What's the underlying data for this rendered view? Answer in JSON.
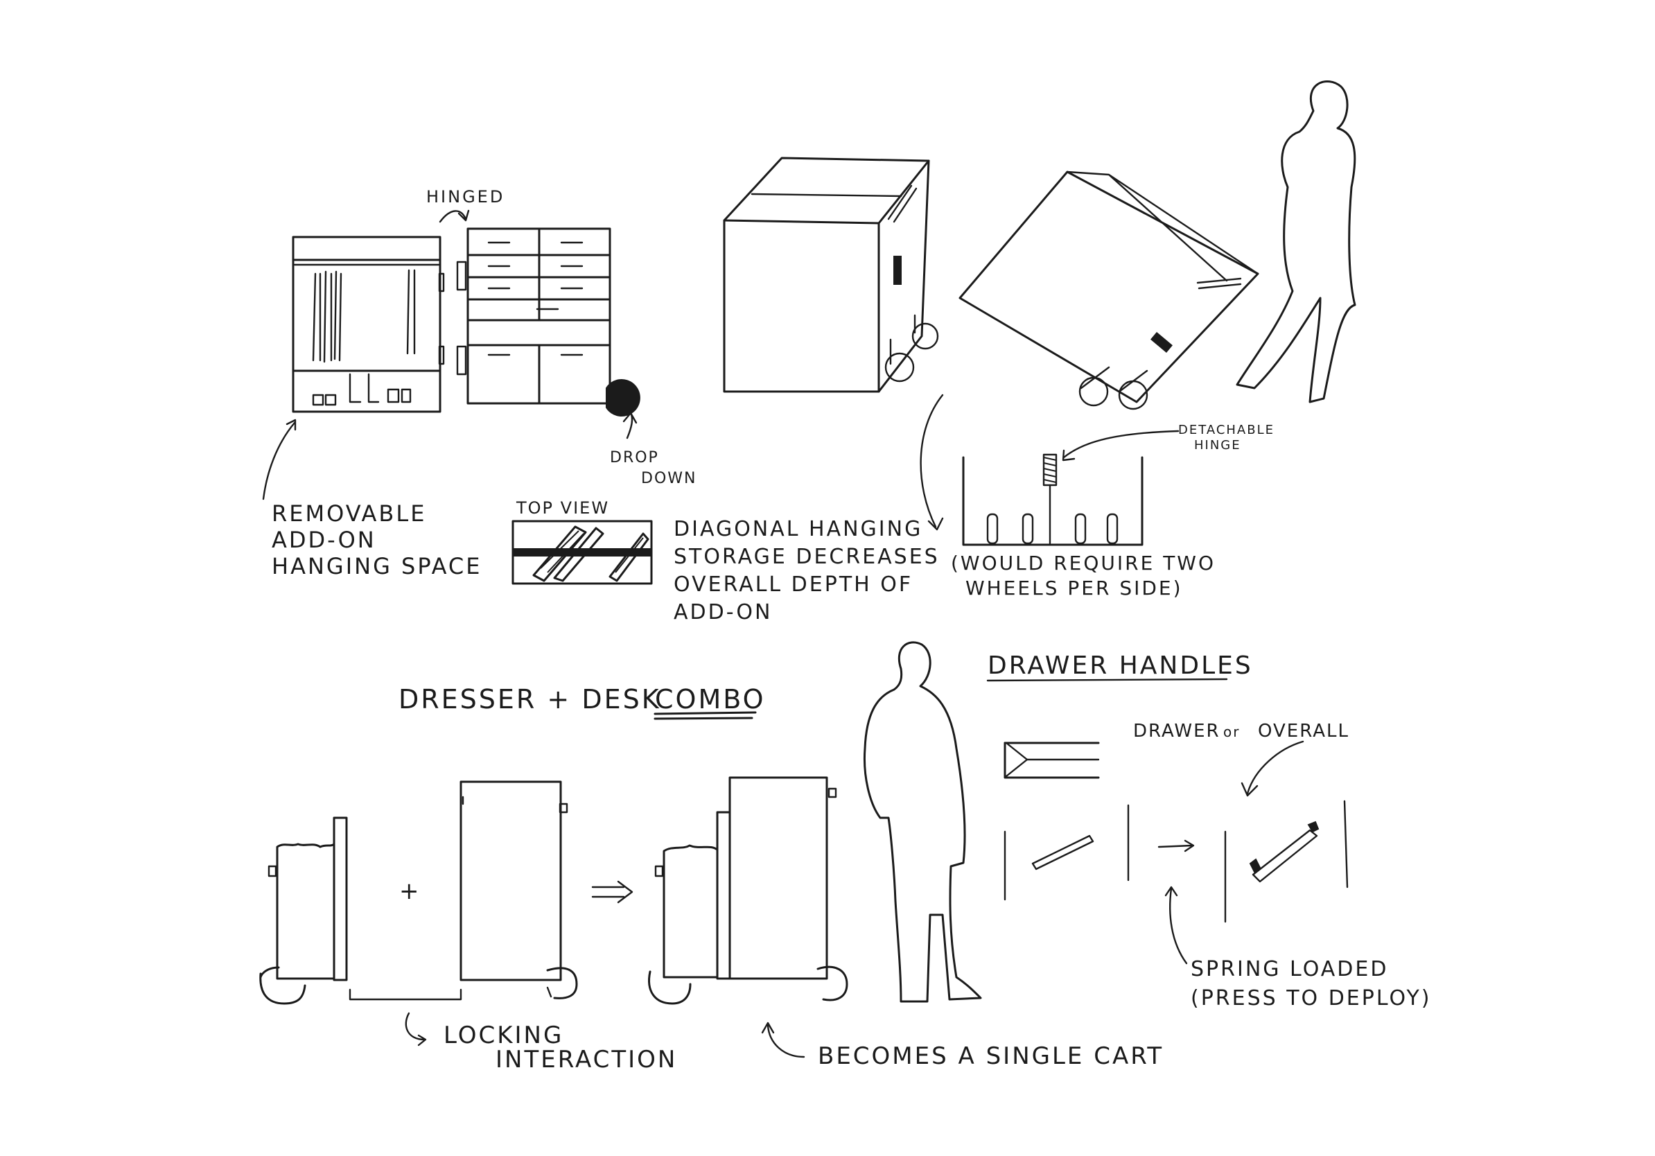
{
  "sketch": {
    "hinged_label": "HINGED",
    "removable_label": [
      "REMOVABLE",
      "ADD-ON",
      "HANGING SPACE"
    ],
    "dropdown_label": [
      "DROP",
      "DOWN"
    ],
    "topview_label": "TOP VIEW",
    "diagonal_label": [
      "DIAGONAL HANGING",
      "STORAGE DECREASES",
      "OVERALL DEPTH OF",
      "ADD-ON"
    ],
    "detachable_label": [
      "DETACHABLE",
      "HINGE"
    ],
    "wheels_label": [
      "(WOULD REQUIRE TWO",
      "WHEELS PER SIDE)"
    ],
    "combo_title_prefix": "DRESSER + DESK",
    "combo_title_emphasis": "COMBO",
    "drawer_handles_title": "DRAWER HANDLES",
    "drawer_or_overall": [
      "DRAWER",
      "or",
      "OVERALL"
    ],
    "spring_loaded_label": [
      "SPRING LOADED",
      "(PRESS TO DEPLOY)"
    ],
    "locking_label": [
      "LOCKING",
      "INTERACTION"
    ],
    "single_cart_label": "BECOMES A SINGLE CART",
    "plus_sign": "+",
    "ink_color": "#1b1b1b",
    "paper_color": "#ffffff"
  }
}
